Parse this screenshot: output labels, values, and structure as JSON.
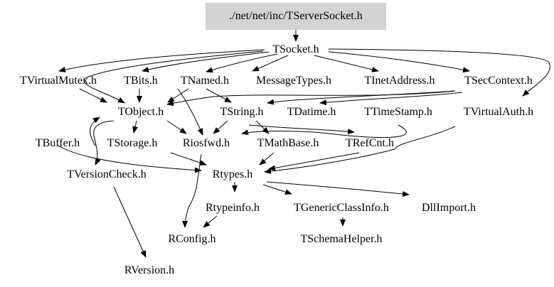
{
  "graph": {
    "root_fill": "#d3d3d3",
    "edge_color": "#000000",
    "nodes": {
      "root": "./net/net/inc/TServerSocket.h",
      "tsocket": "TSocket.h",
      "tvirtualmutex": "TVirtualMutex.h",
      "tbits": "TBits.h",
      "tnamed": "TNamed.h",
      "messagetypes": "MessageTypes.h",
      "tinetaddress": "TInetAddress.h",
      "tseccontext": "TSecContext.h",
      "tobject": "TObject.h",
      "tstring": "TString.h",
      "tdatime": "TDatime.h",
      "ttimestamp": "TTimeStamp.h",
      "tvirtualauth": "TVirtualAuth.h",
      "tbuffer": "TBuffer.h",
      "tstorage": "TStorage.h",
      "riosfwd": "Riosfwd.h",
      "tmathbase": "TMathBase.h",
      "trefcnt": "TRefCnt.h",
      "tversioncheck": "TVersionCheck.h",
      "rtypes": "Rtypes.h",
      "rtypeinfo": "Rtypeinfo.h",
      "tgenericclassinfo": "TGenericClassInfo.h",
      "dllimport": "DllImport.h",
      "rconfig": "RConfig.h",
      "tschemahelper": "TSchemaHelper.h",
      "rversion": "RVersion.h"
    }
  }
}
